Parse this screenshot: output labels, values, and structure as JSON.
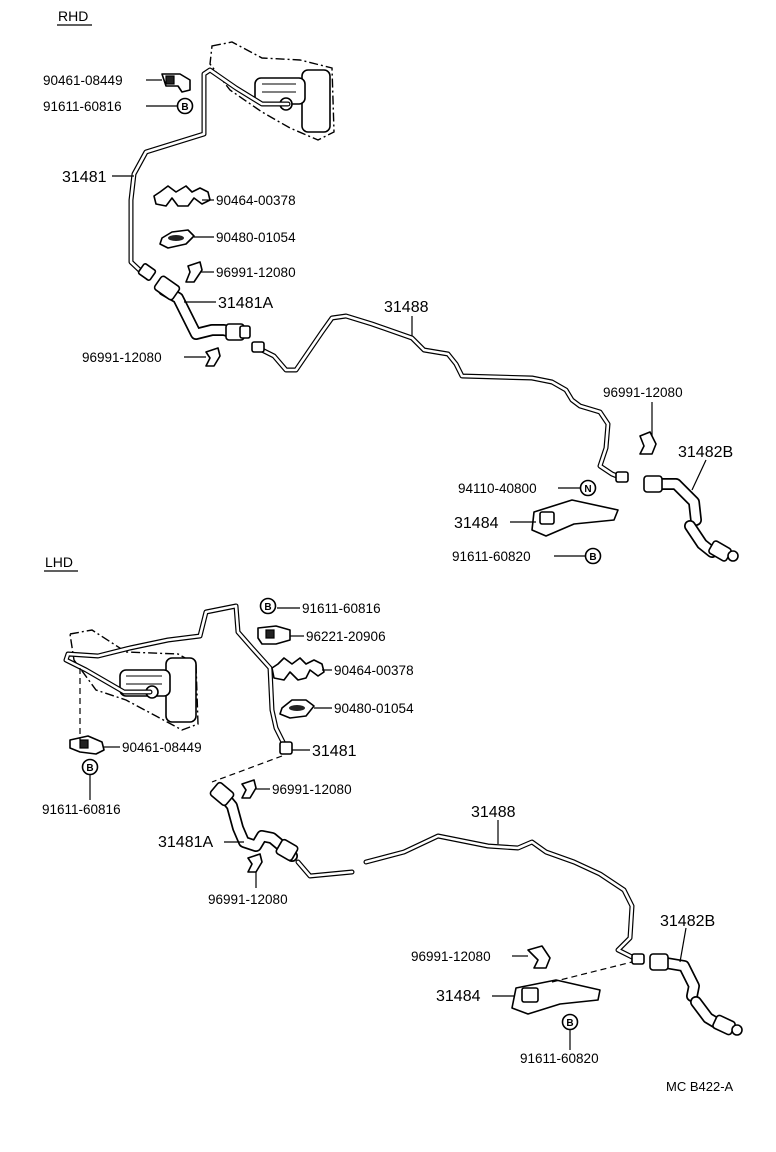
{
  "sections": {
    "rhd": {
      "title": "RHD",
      "labels": {
        "clamp_90461": "90461-08449",
        "bolt_91611_a": "91611-60816",
        "tube_31481": "31481",
        "clamp_90464": "90464-00378",
        "cushion_90480": "90480-01054",
        "clip_96991_a": "96991-12080",
        "hose_31481A": "31481A",
        "clip_96991_b": "96991-12080",
        "tube_31488": "31488",
        "clip_96991_c": "96991-12080",
        "hose_31482B": "31482B",
        "nut_94110": "94110-40800",
        "bracket_31484": "31484",
        "bolt_91611_b": "91611-60820"
      },
      "markers": {
        "b1": "B",
        "n": "N",
        "b2": "B"
      }
    },
    "lhd": {
      "title": "LHD",
      "labels": {
        "bolt_91611_a": "91611-60816",
        "bracket_96221": "96221-20906",
        "clamp_90464": "90464-00378",
        "cushion_90480": "90480-01054",
        "clamp_90461": "90461-08449",
        "tube_31481": "31481",
        "bolt_91611_c": "91611-60816",
        "clip_96991_a": "96991-12080",
        "hose_31481A": "31481A",
        "clip_96991_b": "96991-12080",
        "tube_31488": "31488",
        "hose_31482B": "31482B",
        "clip_96991_c": "96991-12080",
        "bracket_31484": "31484",
        "bolt_91611_b": "91611-60820"
      },
      "markers": {
        "b1": "B",
        "b2": "B",
        "b3": "B"
      }
    }
  },
  "reference": "MC B422-A"
}
